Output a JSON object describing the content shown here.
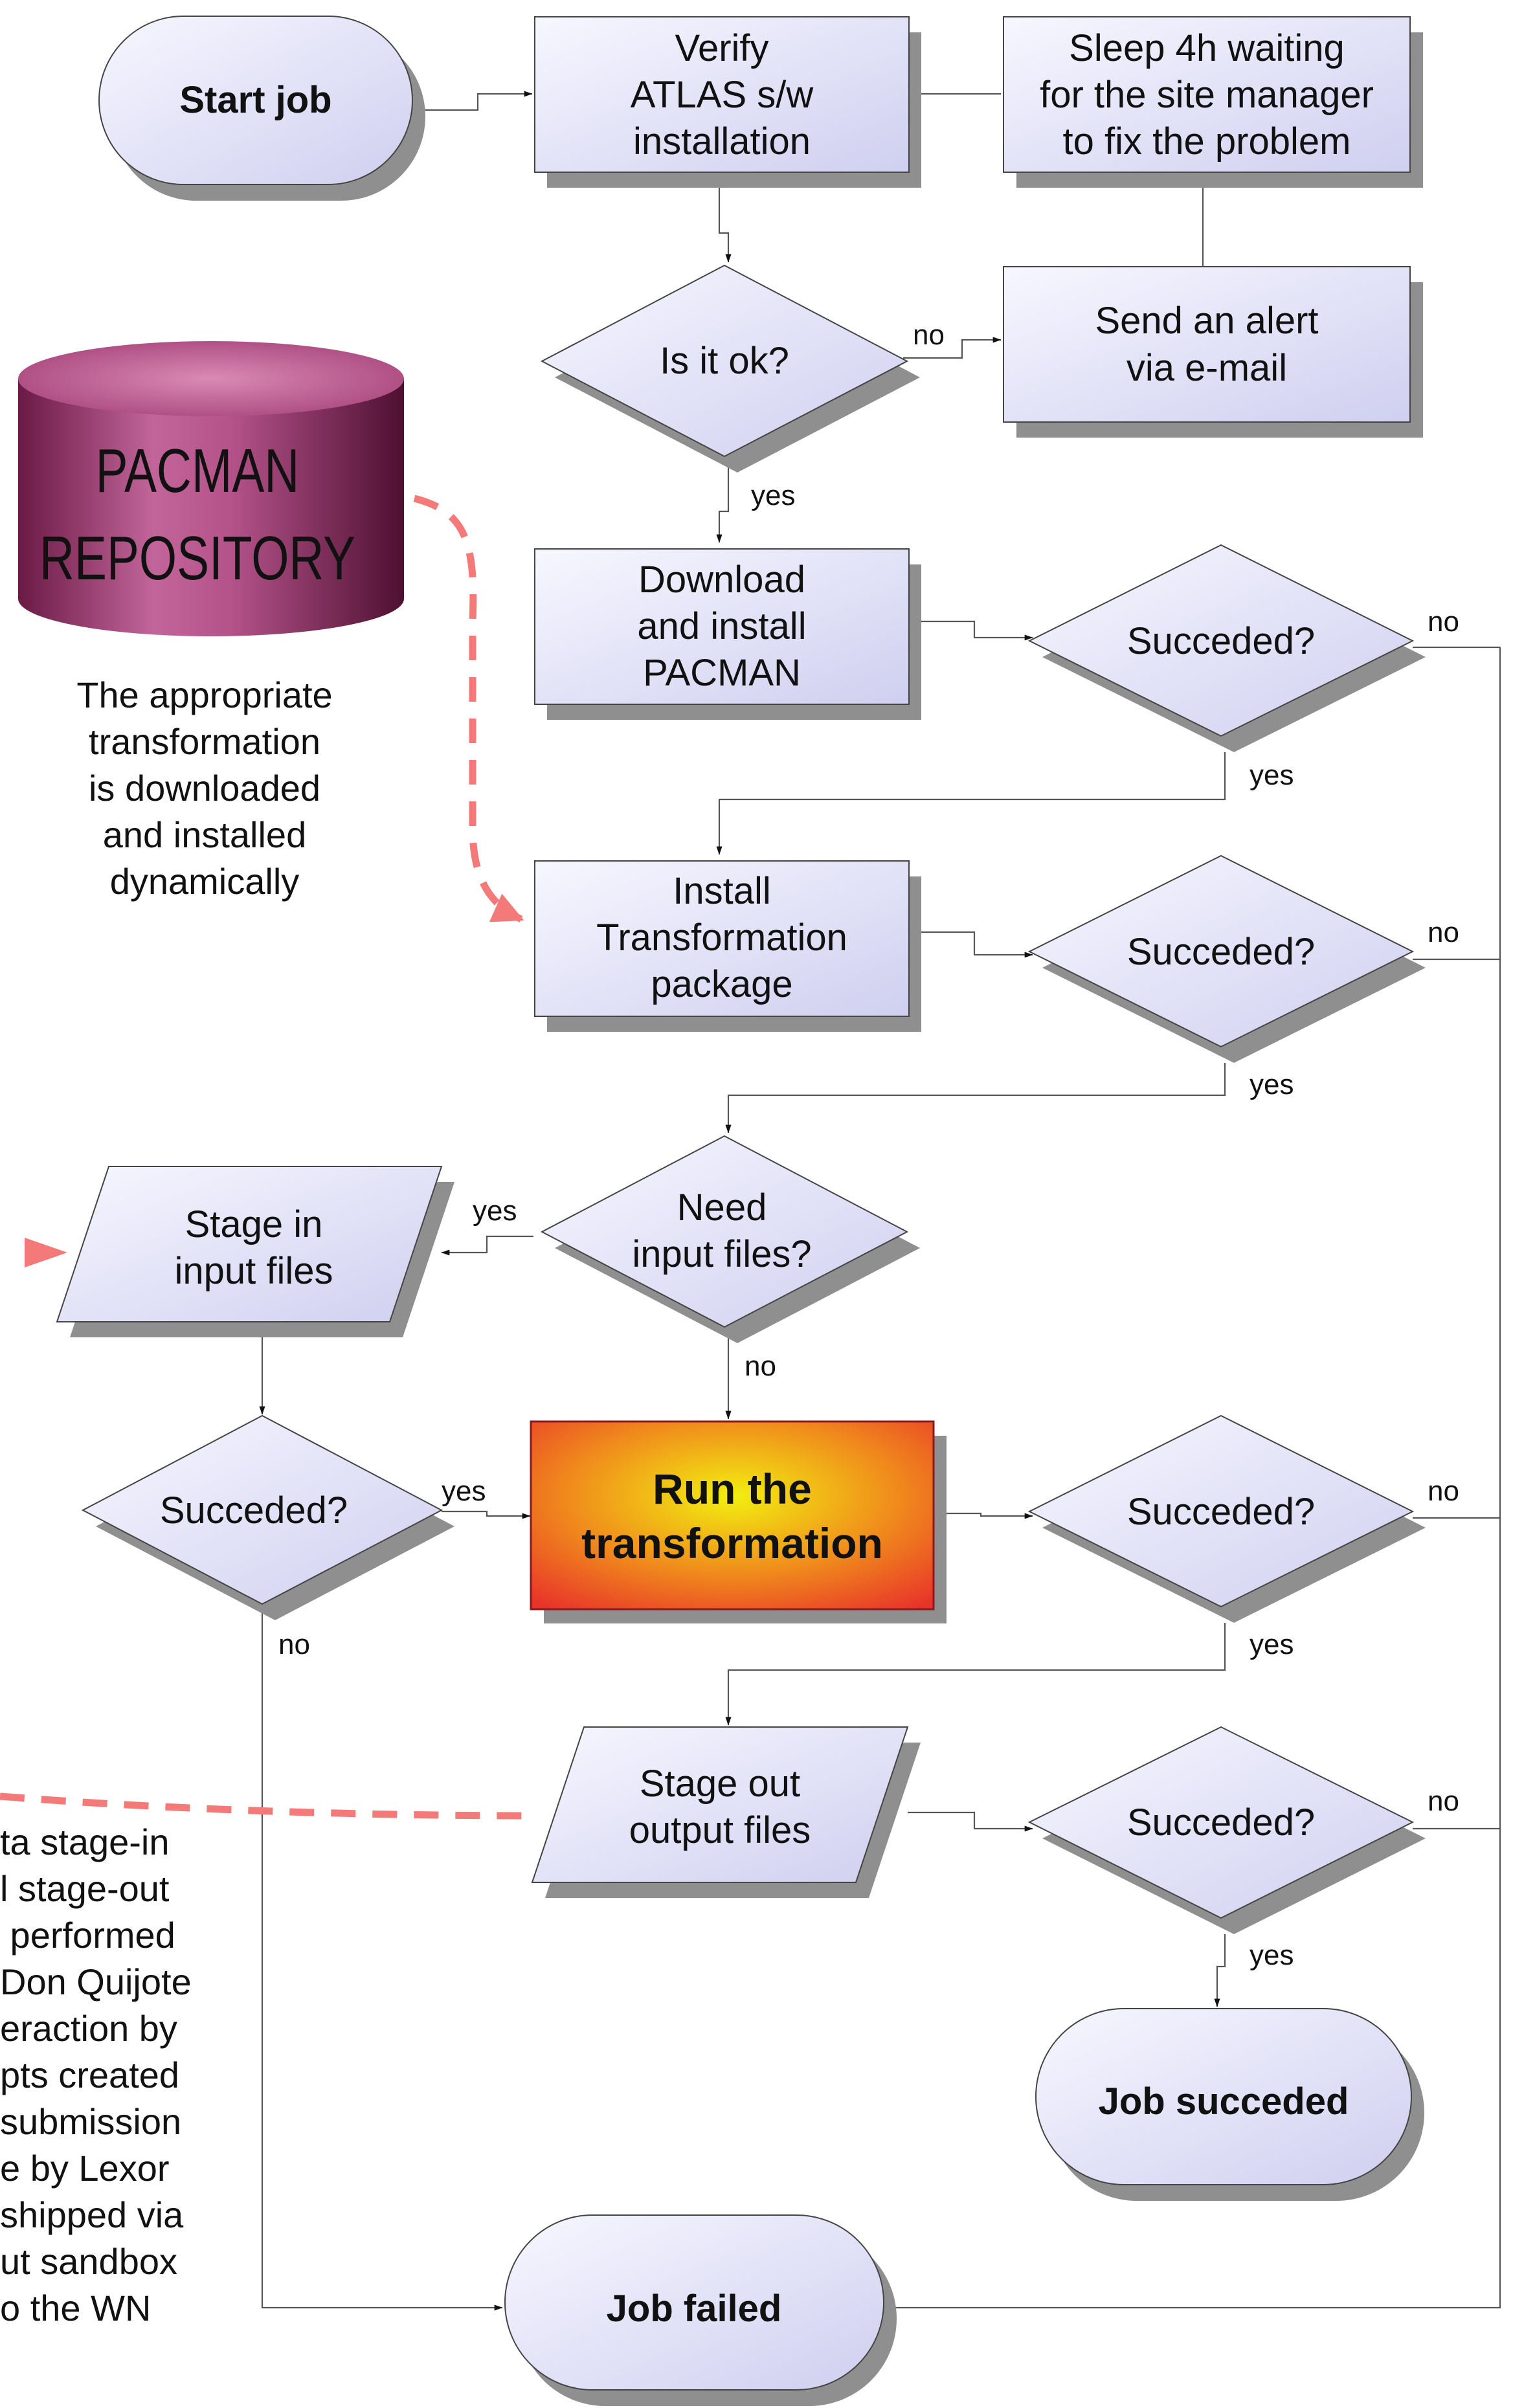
{
  "colors": {
    "node_fill_light": "#f4f4ff",
    "node_fill_dark": "#cfcff0",
    "shadow": "#888888",
    "run_fill_center": "#f2ef10",
    "run_fill_edge": "#e8332a",
    "cylinder_light": "#d67ba9",
    "cylinder_dark": "#5a1439",
    "repository_text": "#f6f60a",
    "dashed_arrow": "#f47a7a",
    "connector": "#555555"
  },
  "nodes": {
    "start_job": "Start job",
    "verify": [
      "Verify",
      "ATLAS s/w",
      "installation"
    ],
    "sleep": [
      "Sleep 4h waiting",
      "for the site manager",
      "to fix the problem"
    ],
    "is_ok": "Is it ok?",
    "send_alert": [
      "Send an alert",
      "via e-mail"
    ],
    "download": [
      "Download",
      "and install",
      "PACMAN"
    ],
    "succeeded_download": "Succeded?",
    "install_transformation": [
      "Install",
      "Transformation",
      "package"
    ],
    "succeeded_install": "Succeded?",
    "need_input": [
      "Need",
      "input files?"
    ],
    "stage_in": [
      "Stage in",
      "input files"
    ],
    "succeeded_stage_in": "Succeded?",
    "run": [
      "Run the",
      "transformation"
    ],
    "succeeded_run": "Succeded?",
    "stage_out": [
      "Stage out",
      "output files"
    ],
    "succeeded_stage_out": "Succeded?",
    "job_succeeded": "Job succeded",
    "job_failed": "Job failed"
  },
  "repository": [
    "PACMAN",
    "REPOSITORY"
  ],
  "edge_labels": {
    "yes": "yes",
    "no": "no"
  },
  "notes": {
    "transformation": [
      "The appropriate",
      "transformation",
      "is downloaded",
      "and installed",
      "dynamically"
    ],
    "stage": [
      "ta stage-in",
      "l stage-out",
      " performed",
      "Don Quijote",
      "eraction by",
      "pts created",
      "submission",
      "e by Lexor",
      "shipped via",
      "ut sandbox",
      "o the WN"
    ]
  }
}
